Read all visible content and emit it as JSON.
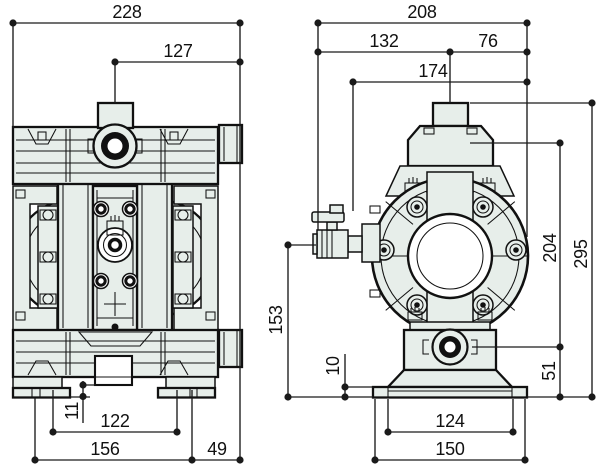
{
  "colors": {
    "background": "#ffffff",
    "body_fill": "#e7eeea",
    "line": "#111111"
  },
  "dims": {
    "front": {
      "overall_width": "228",
      "outlet_to_right": "127",
      "port_ground_clearance": "11",
      "foot_hole_pitch": "122",
      "foot_span": "156",
      "foot_to_flange": "49"
    },
    "side": {
      "overall_depth": "208",
      "left_to_port_center": "132",
      "port_center_to_right": "76",
      "valve_to_right": "174",
      "port_to_port": "204",
      "overall_height": "295",
      "air_valve_height": "153",
      "foot_plate_thickness": "10",
      "lower_port_height": "51",
      "base_slot_pitch": "124",
      "base_width": "150"
    }
  }
}
